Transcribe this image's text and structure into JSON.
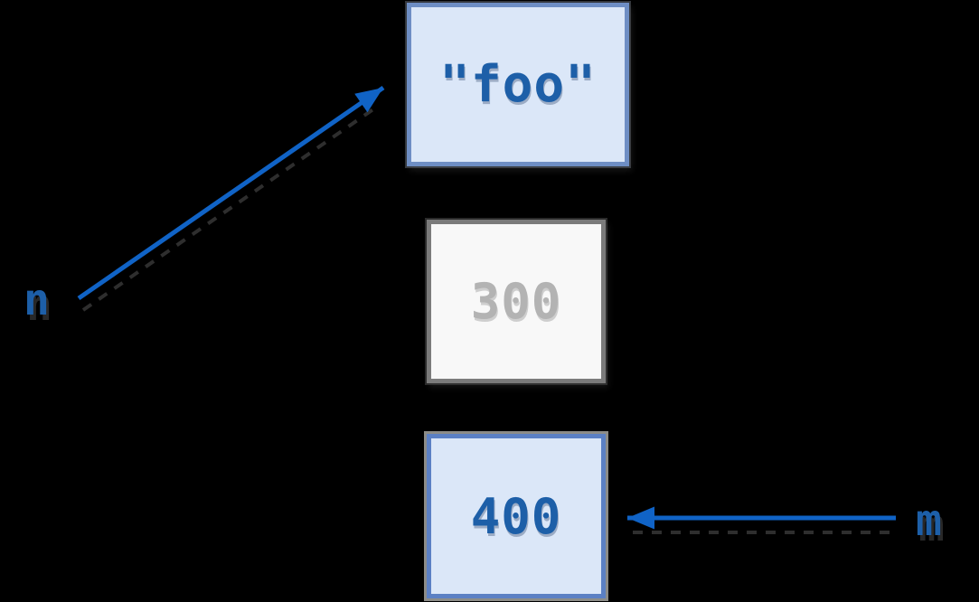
{
  "labels": {
    "n": "n",
    "m": "m"
  },
  "boxes": {
    "foo": {
      "value": "\"foo\"",
      "state": "referenced"
    },
    "num300": {
      "value": "300",
      "state": "orphaned"
    },
    "num400": {
      "value": "400",
      "state": "referenced"
    }
  },
  "arrows": [
    {
      "id": "n-to-foo",
      "from_label": "n",
      "to_box": "foo",
      "direction": "up-right"
    },
    {
      "id": "m-to-400",
      "from_label": "m",
      "to_box": "num400",
      "direction": "left"
    }
  ],
  "colors": {
    "background": "#000000",
    "arrow_blue": "#1063c6",
    "text_blue": "#1d5fa8",
    "box_fill_blue": "#dbe7f8",
    "box_border_blue": "#6e8ec4",
    "box_border_blue_strong": "#5b80c4",
    "orphan_fill": "#f8f8f8",
    "orphan_border": "#7b7b7b",
    "orphan_text": "#b3b3b3",
    "shadow_gray": "#8c8c88"
  }
}
